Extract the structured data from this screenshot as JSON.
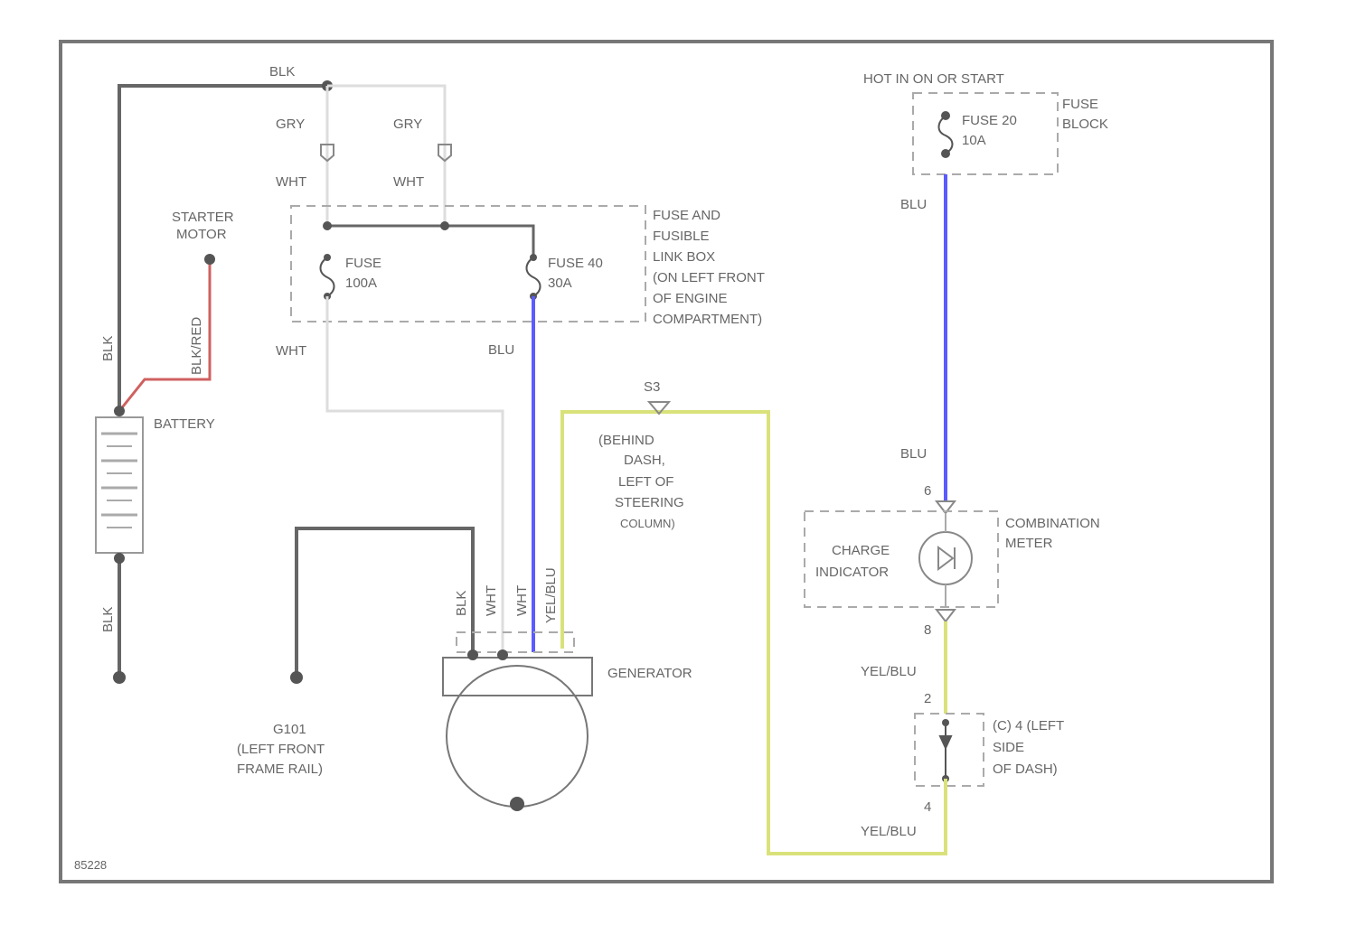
{
  "colors": {
    "black_wire": "#666666",
    "white_wire": "#dddddd",
    "blue_wire": "#5b5bff",
    "yellow_wire": "#d9e27a",
    "red_wire": "#d06060",
    "frame": "#777777"
  },
  "battery_section": {
    "top_wire_label": "BLK",
    "left_wire_upper_label": "BLK",
    "left_wire_lower_label": "BLK",
    "starter_wire_label": "BLK/RED",
    "starter_motor_line1": "STARTER",
    "starter_motor_line2": "MOTOR",
    "battery_label": "BATTERY"
  },
  "fusible_links": {
    "link1_upper_label": "GRY",
    "link1_lower_label": "WHT",
    "link2_upper_label": "GRY",
    "link2_lower_label": "WHT"
  },
  "fuse_link_box": {
    "fuse1_line1": "FUSE",
    "fuse1_line2": "100A",
    "fuse2_line1": "FUSE 40",
    "fuse2_line2": "30A",
    "title_lines": [
      "FUSE AND",
      "FUSIBLE",
      "LINK BOX",
      "(ON LEFT FRONT",
      "OF ENGINE",
      "COMPARTMENT)"
    ],
    "out_wht_label": "WHT",
    "out_blu_label": "BLU"
  },
  "connector_s3": {
    "pin_label": "S3",
    "line1": "(BEHIND",
    "line2": "DASH,",
    "line3": "LEFT OF",
    "line4": "STEERING",
    "line5": "COLUMN)"
  },
  "generator": {
    "label": "GENERATOR",
    "wire_labels": [
      "BLK",
      "WHT",
      "WHT",
      "YEL/BLU"
    ]
  },
  "ground": {
    "line1": "G101",
    "line2": "(LEFT FRONT",
    "line3": "FRAME RAIL)"
  },
  "fuse_block": {
    "header": "HOT IN ON OR START",
    "fuse_line1": "FUSE 20",
    "fuse_line2": "10A",
    "block_line1": "FUSE",
    "block_line2": "BLOCK",
    "out_label": "BLU"
  },
  "combination_meter": {
    "in_wire_label": "BLU",
    "pin_top": "6",
    "indicator_line1": "CHARGE",
    "indicator_line2": "INDICATOR",
    "meter_line1": "COMBINATION",
    "meter_line2": "METER",
    "pin_bottom": "8",
    "out_wire_label": "YEL/BLU"
  },
  "connector_c4": {
    "pin_top": "2",
    "line1": "(C) 4 (LEFT",
    "line2": "SIDE",
    "line3": "OF DASH)",
    "pin_bottom": "4",
    "out_wire_label": "YEL/BLU"
  },
  "figure_id": "85228"
}
